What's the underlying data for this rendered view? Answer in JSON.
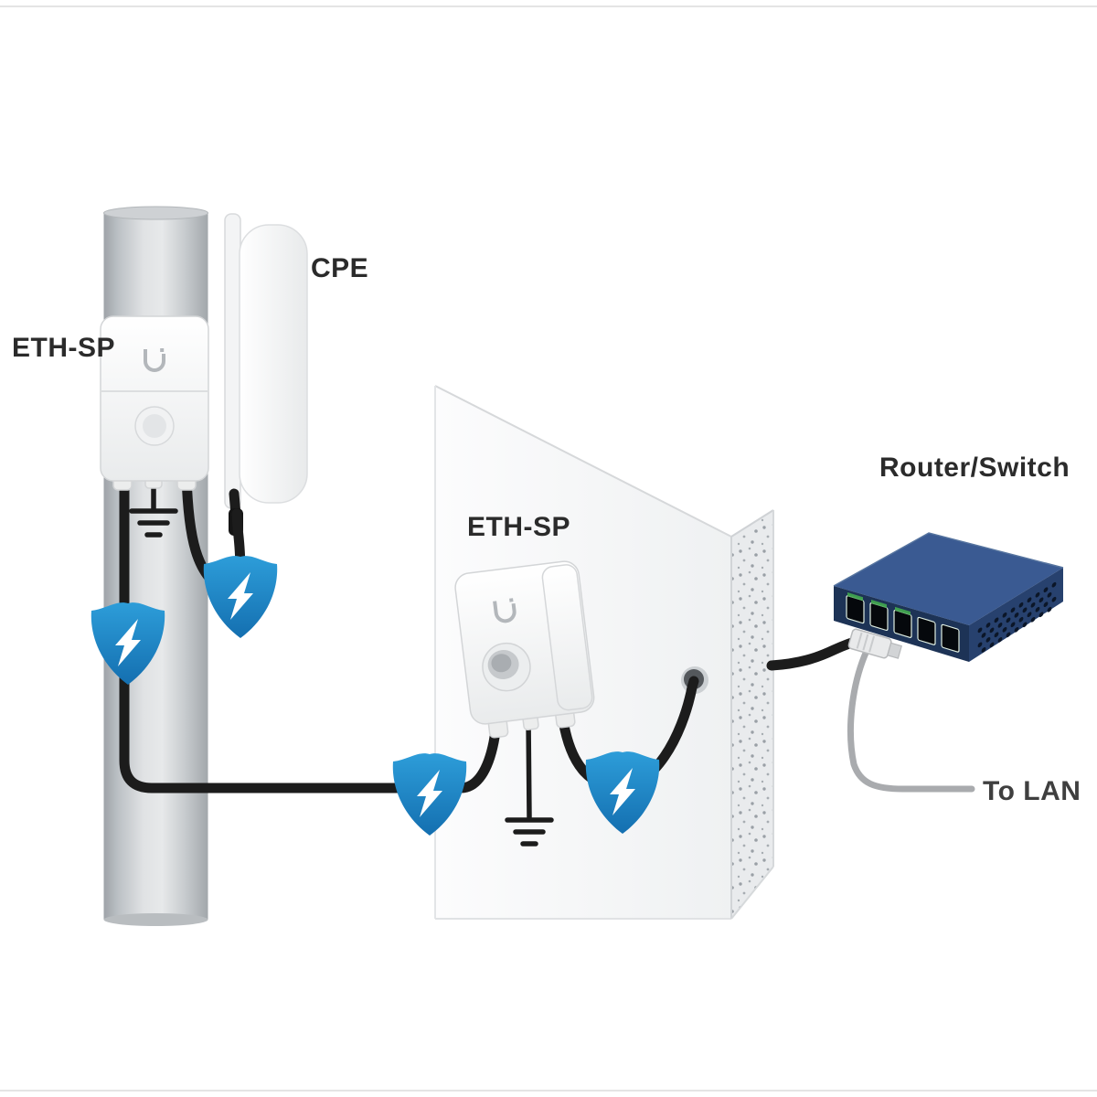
{
  "page": {
    "background": "#ffffff"
  },
  "diagram": {
    "labels": {
      "cpe": "CPE",
      "eth_sp_pole": "ETH-SP",
      "eth_sp_wall": "ETH-SP",
      "router_switch": "Router/Switch",
      "to_lan": "To LAN"
    },
    "icons": {
      "surge_shield": "surge-shield-icon",
      "ground": "earth-ground-icon",
      "brand_logo": "ubiquiti-u-icon"
    },
    "colors": {
      "shield_top": "#2d9dd9",
      "shield_bottom": "#146fb0",
      "bolt": "#ffffff",
      "cable": "#1c1c1c",
      "lan_cable": "#a9abae",
      "router_top": "#3a5a92",
      "router_front": "#1d3356",
      "router_side": "#27416e",
      "label_text": "#2b2b2b"
    },
    "connections": [
      {
        "from": "CPE",
        "to": "ETH-SP (pole)",
        "surge_protected": true
      },
      {
        "from": "ETH-SP (pole)",
        "to": "ETH-SP (wall)",
        "surge_protected": true
      },
      {
        "from": "ETH-SP (wall)",
        "to": "Router/Switch",
        "surge_protected": true
      },
      {
        "from": "Router/Switch",
        "to": "LAN",
        "surge_protected": false
      }
    ]
  }
}
